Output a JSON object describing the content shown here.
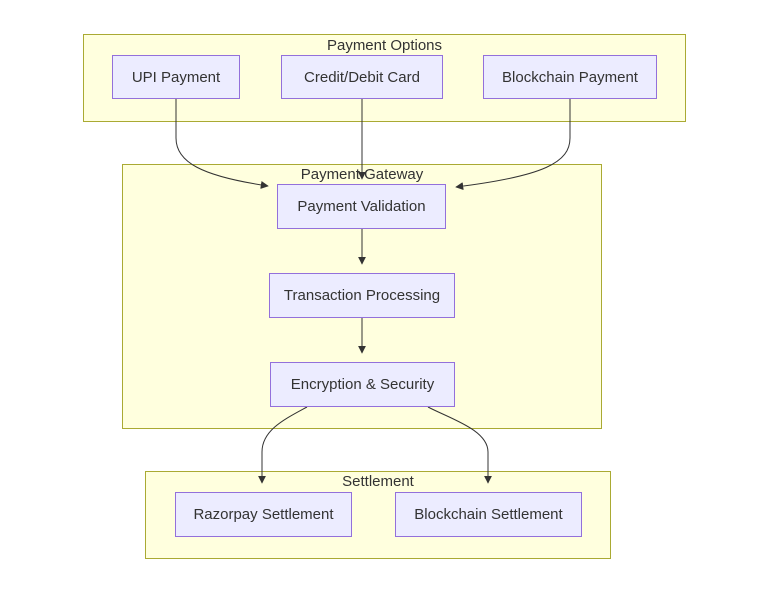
{
  "diagram": {
    "type": "flowchart",
    "clusters": [
      {
        "id": "payment-options",
        "title": "Payment Options"
      },
      {
        "id": "payment-gateway",
        "title": "Payment Gateway"
      },
      {
        "id": "settlement",
        "title": "Settlement"
      }
    ],
    "nodes": [
      {
        "id": "upi-payment",
        "label": "UPI Payment",
        "cluster": "payment-options"
      },
      {
        "id": "credit-debit-card",
        "label": "Credit/Debit Card",
        "cluster": "payment-options"
      },
      {
        "id": "blockchain-payment",
        "label": "Blockchain Payment",
        "cluster": "payment-options"
      },
      {
        "id": "payment-validation",
        "label": "Payment Validation",
        "cluster": "payment-gateway"
      },
      {
        "id": "transaction-processing",
        "label": "Transaction Processing",
        "cluster": "payment-gateway"
      },
      {
        "id": "encryption-security",
        "label": "Encryption & Security",
        "cluster": "payment-gateway"
      },
      {
        "id": "razorpay-settlement",
        "label": "Razorpay Settlement",
        "cluster": "settlement"
      },
      {
        "id": "blockchain-settlement",
        "label": "Blockchain Settlement",
        "cluster": "settlement"
      }
    ],
    "edges": [
      {
        "from": "UPI Payment",
        "to": "Payment Validation"
      },
      {
        "from": "Credit/Debit Card",
        "to": "Payment Validation"
      },
      {
        "from": "Blockchain Payment",
        "to": "Payment Validation"
      },
      {
        "from": "Payment Validation",
        "to": "Transaction Processing"
      },
      {
        "from": "Transaction Processing",
        "to": "Encryption & Security"
      },
      {
        "from": "Encryption & Security",
        "to": "Razorpay Settlement"
      },
      {
        "from": "Encryption & Security",
        "to": "Blockchain Settlement"
      }
    ],
    "colors": {
      "background": "#ffffff",
      "cluster_fill": "#ffffde",
      "cluster_border": "#aaaa33",
      "node_fill": "#ececff",
      "node_border": "#9370db",
      "edge": "#333333",
      "text": "#333333"
    }
  }
}
